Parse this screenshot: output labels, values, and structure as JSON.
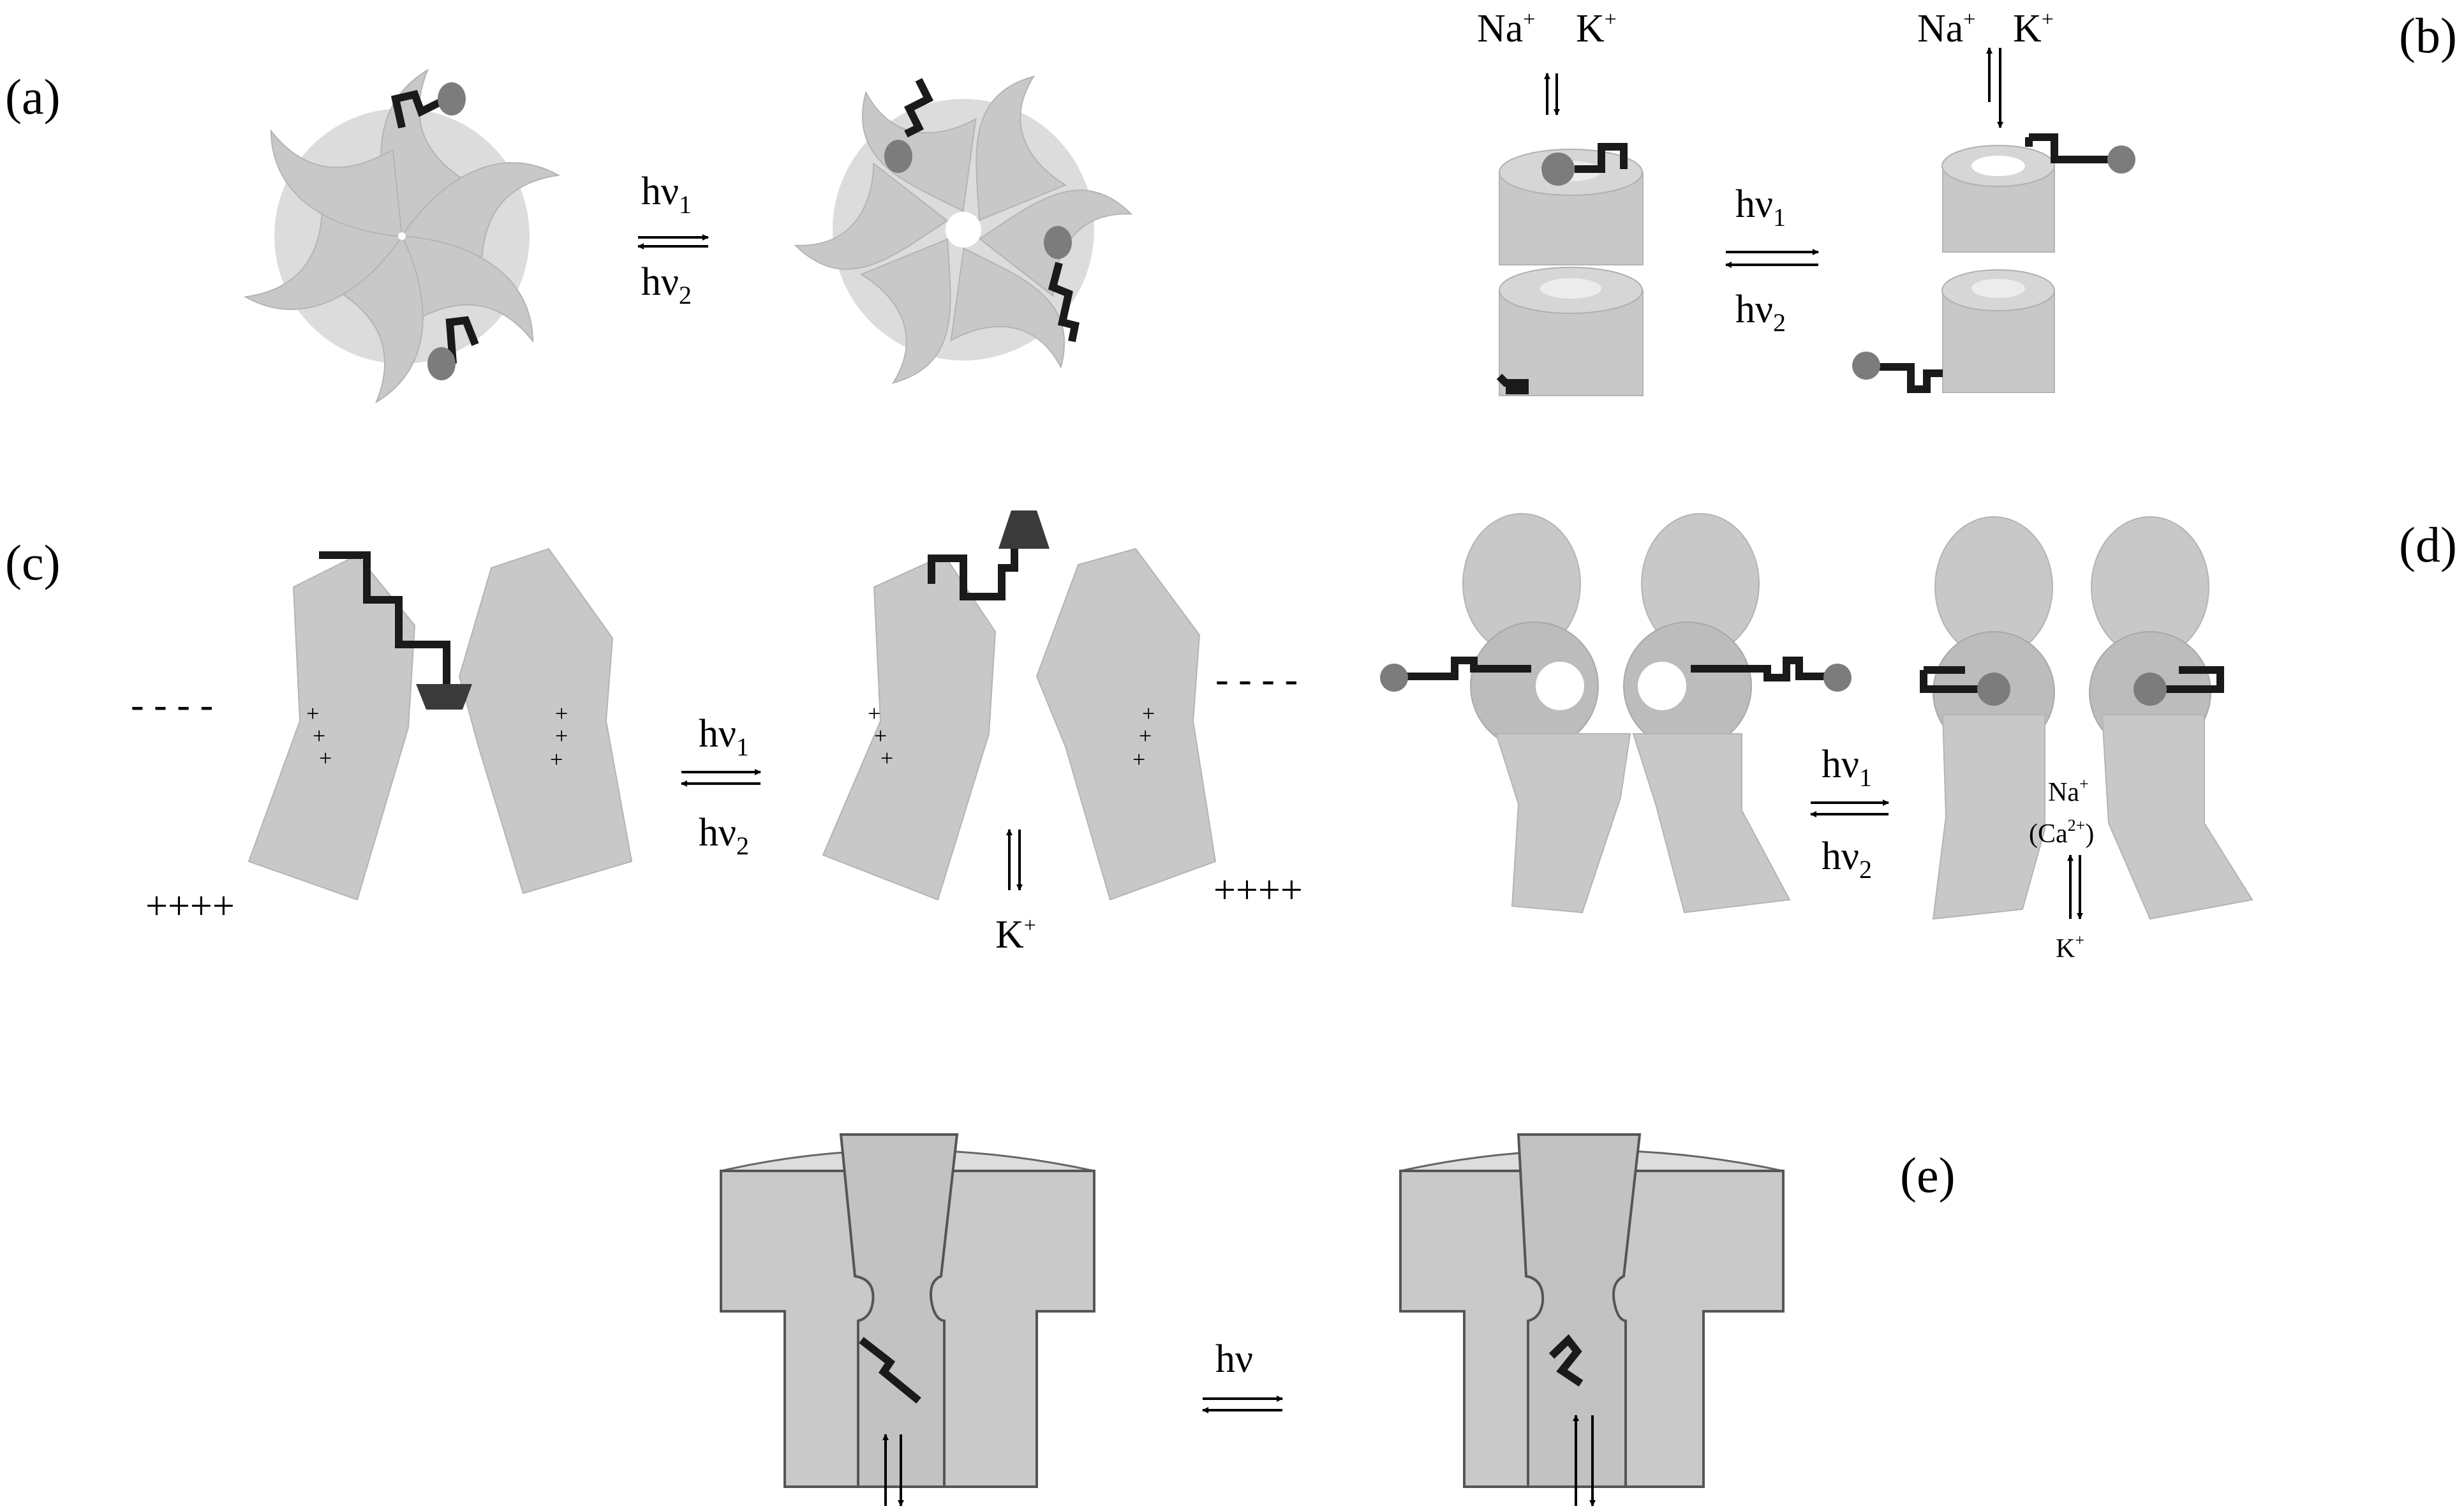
{
  "panels": {
    "a": {
      "label": "(a)",
      "top": "hν",
      "top_sub": "1",
      "bottom": "hν",
      "bottom_sub": "2"
    },
    "b": {
      "label": "(b)",
      "top": "hν",
      "top_sub": "1",
      "bottom": "hν",
      "bottom_sub": "2",
      "ion1": "Na",
      "ion1_sup": "+",
      "ion2": "K",
      "ion2_sup": "+"
    },
    "c": {
      "label": "(c)",
      "top": "hν",
      "top_sub": "1",
      "bottom": "hν",
      "bottom_sub": "2",
      "minus": "- - - -",
      "plus": "++++",
      "ion": "K",
      "ion_sup": "+"
    },
    "d": {
      "label": "(d)",
      "top": "hν",
      "top_sub": "1",
      "bottom": "hν",
      "bottom_sub": "2",
      "ion1": "Na",
      "ion1_sup": "+",
      "ion2": "(Ca",
      "ion2_sup": "2+",
      "ion2_close": ")",
      "ion3": "K",
      "ion3_sup": "+"
    },
    "e": {
      "label": "(e)",
      "top": "hν"
    }
  }
}
